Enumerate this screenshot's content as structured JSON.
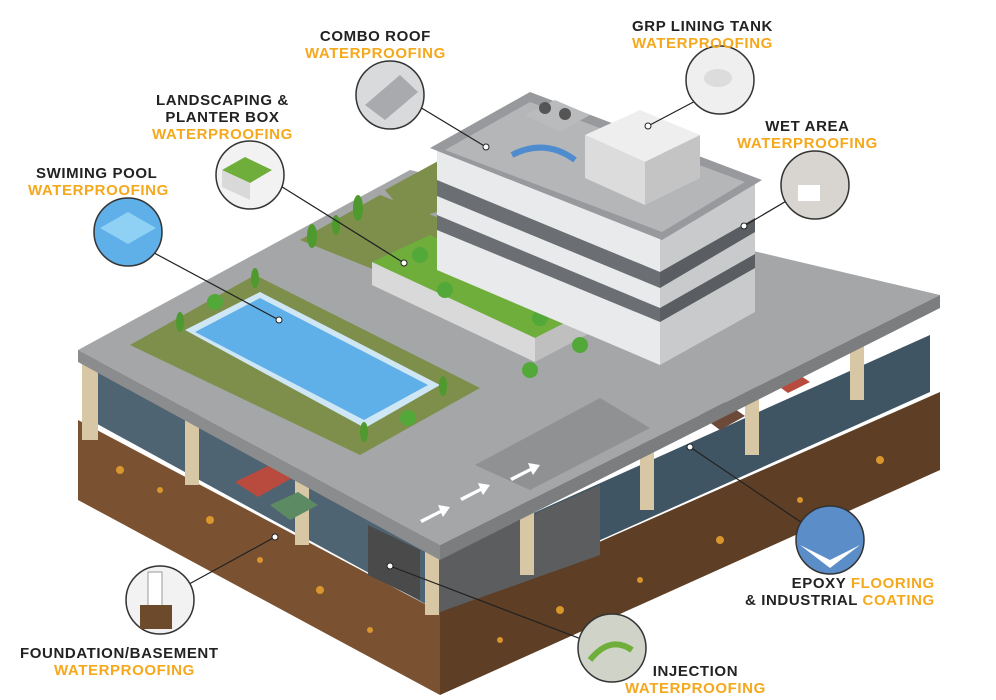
{
  "colors": {
    "accent": "#f5a81c",
    "label_dark": "#222222",
    "soil": "#6e4a2c",
    "slab": "#9fa1a3",
    "pool": "#5fb0e8",
    "grass": "#7d8f4a"
  },
  "labels": {
    "combo_roof": {
      "title": "COMBO ROOF",
      "sub": "WATERPROOFING"
    },
    "grp_tank": {
      "title": "GRP LINING TANK",
      "sub": "WATERPROOFING"
    },
    "landscaping": {
      "title_line1": "LANDSCAPING &",
      "title_line2": "PLANTER BOX",
      "sub": "WATERPROOFING"
    },
    "wet_area": {
      "title": "WET AREA",
      "sub": "WATERPROOFING"
    },
    "swimming_pool": {
      "title": "SWIMING POOL",
      "sub": "WATERPROOFING"
    },
    "epoxy": {
      "word1": "EPOXY",
      "word2": "FLOORING",
      "word3": "& INDUSTRIAL",
      "word4": "COATING"
    },
    "foundation": {
      "title": "FOUNDATION/BASEMENT",
      "sub": "WATERPROOFING"
    },
    "injection": {
      "title": "INJECTION",
      "sub": "WATERPROOFING"
    }
  }
}
